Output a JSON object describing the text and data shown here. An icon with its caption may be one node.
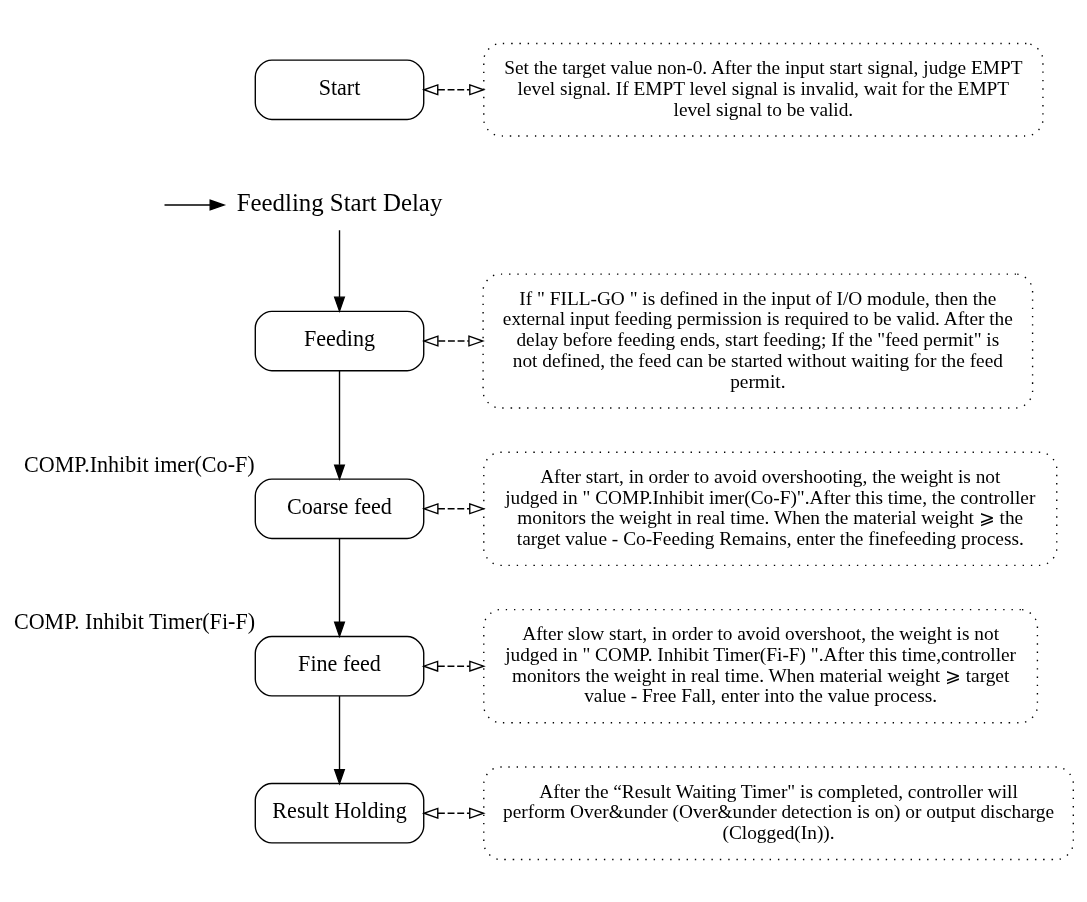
{
  "diagram": {
    "nodes": [
      {
        "text": [
          "Start"
        ]
      },
      {
        "text": [
          "Feedling Start Delay"
        ]
      },
      {
        "text": [
          "Feeding"
        ]
      },
      {
        "text": [
          "Coarse feed"
        ],
        "beside": [
          "COMP.Inhibit imer(Co-F)"
        ]
      },
      {
        "text": [
          "Fine feed"
        ],
        "beside": [
          "COMP. Inhibit Timer(Fi-F)"
        ]
      },
      {
        "text": [
          "Result Holding"
        ]
      },
      {
        "text": [
          "Set the target value non-0. After the input start signal, judge EMPT level signal. If EMPT level signal is invalid, wait for the EMPT level signal to be valid."
        ]
      },
      {
        "text": [
          "If \" FILL-GO \" is defined in the input of I/O module, then the external input feeding permission is required to be valid. After the delay before feeding ends, start feeding; If the \"feed permit\" is not defined, the feed can be started without waiting for the feed permit."
        ]
      },
      {
        "text": [
          "After start, in order to avoid overshooting, the weight is not judged in \" COMP.Inhibit imer(Co-F)\".After this time, the controller monitors the weight in real time. When the material weight ⩾ the target value - Co-Feeding Remains, enter the finefeeding process."
        ]
      },
      {
        "text": [
          "After slow start, in order to avoid overshoot, the weight is not judged in \" COMP. Inhibit Timer(Fi-F) \".After this time,controller monitors the weight in real time. When material weight ⩾ target value - Free Fall, enter into the value process."
        ]
      },
      {
        "text": [
          "After the “Result Waiting Timer\" is completed, controller will perform Over&under (Over&under detection is on) or output discharge (Clogged(In))."
        ]
      }
    ],
    "edges": [
      {
        "from": null,
        "to": 1,
        "arrow": "to"
      },
      {
        "from": 1,
        "to": 2,
        "arrow": "to"
      },
      {
        "from": 2,
        "to": 3,
        "arrow": "to"
      },
      {
        "from": 3,
        "to": 4,
        "arrow": "to"
      },
      {
        "from": 4,
        "to": 5,
        "arrow": "to"
      },
      {
        "from": 0,
        "to": 6,
        "arrow": "both",
        "style": "dashed"
      },
      {
        "from": 2,
        "to": 7,
        "arrow": "both",
        "style": "dashed"
      },
      {
        "from": 3,
        "to": 8,
        "arrow": "both",
        "style": "dashed"
      },
      {
        "from": 4,
        "to": 9,
        "arrow": "both",
        "style": "dashed"
      },
      {
        "from": 5,
        "to": 10,
        "arrow": "both",
        "style": "dashed"
      }
    ]
  }
}
